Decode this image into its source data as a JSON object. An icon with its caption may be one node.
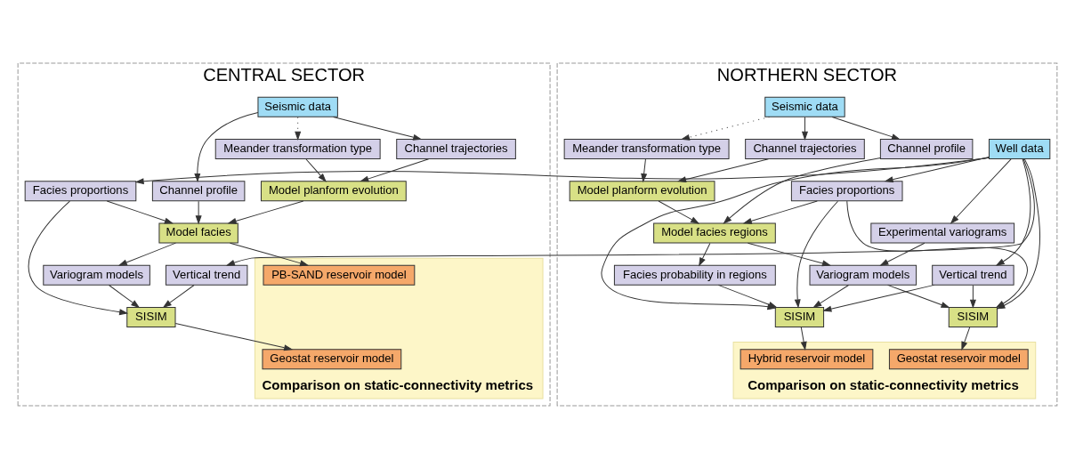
{
  "diagram": {
    "nodes": [
      {
        "text": [
          "CENTRAL SECTOR"
        ]
      },
      {
        "text": [
          "Seismic data"
        ],
        "in": 0
      },
      {
        "text": [
          "Channel trajectories"
        ],
        "in": 0
      },
      {
        "text": [
          "Meander transformation type"
        ],
        "in": 0
      },
      {
        "text": [
          "Facies proportions"
        ],
        "in": 0
      },
      {
        "text": [
          "Channel profile"
        ],
        "in": 0
      },
      {
        "text": [
          "Variogram models"
        ],
        "in": 0
      },
      {
        "text": [
          "Model planform evolution"
        ],
        "in": 0
      },
      {
        "text": [
          "Model facies"
        ],
        "in": 0
      },
      {
        "text": [
          "Vertical trend"
        ],
        "in": 0
      },
      {
        "text": [
          "SISIM"
        ],
        "in": 0
      },
      {
        "text": [
          "Comparison on static-connectivity metrics"
        ],
        "in": 0
      },
      {
        "text": [
          "PB-SAND reservoir model"
        ],
        "in": 11
      },
      {
        "text": [
          "Geostat reservoir model"
        ],
        "in": 11
      },
      {
        "text": [
          "NORTHERN SECTOR"
        ]
      },
      {
        "text": [
          "Seismic data"
        ],
        "in": 14
      },
      {
        "text": [
          "Well data"
        ],
        "in": 14
      },
      {
        "text": [
          "Channel trajectories"
        ],
        "in": 14
      },
      {
        "text": [
          "Experimental variograms"
        ],
        "in": 14
      },
      {
        "text": [
          "Meander transformation type"
        ],
        "in": 14
      },
      {
        "text": [
          "Facies proportions"
        ],
        "in": 14
      },
      {
        "text": [
          "Channel profile"
        ],
        "in": 14
      },
      {
        "text": [
          "Variogram models"
        ],
        "in": 14
      },
      {
        "text": [
          "Model planform evolution"
        ],
        "in": 14
      },
      {
        "text": [
          "Model facies regions"
        ],
        "in": 14
      },
      {
        "text": [
          "Vertical trend"
        ],
        "in": 14
      },
      {
        "text": [
          "Facies probability in regions"
        ],
        "in": 14
      },
      {
        "text": [
          "SISIM"
        ],
        "in": 14
      },
      {
        "text": [
          "SISIM"
        ],
        "in": 14
      },
      {
        "text": [
          "Comparison on static-connectivity metrics"
        ],
        "in": 14
      },
      {
        "text": [
          "Hybrid reservoir model"
        ],
        "in": 29
      },
      {
        "text": [
          "Geostat reservoir model"
        ],
        "in": 29
      }
    ],
    "edges": [
      {
        "from": 1,
        "to": 2,
        "arrow": "to"
      },
      {
        "from": 1,
        "to": 3,
        "arrow": "to",
        "style": "dashed"
      },
      {
        "from": 1,
        "to": 5,
        "arrow": "to"
      },
      {
        "from": 2,
        "to": 7,
        "arrow": "to"
      },
      {
        "from": 3,
        "to": 7,
        "arrow": "to"
      },
      {
        "from": 7,
        "to": 8,
        "arrow": "to"
      },
      {
        "from": 5,
        "to": 8,
        "arrow": "to"
      },
      {
        "from": 4,
        "to": 8,
        "arrow": "to"
      },
      {
        "from": 8,
        "to": 6,
        "arrow": "to"
      },
      {
        "from": 8,
        "to": 12,
        "arrow": "to"
      },
      {
        "from": 6,
        "to": 10,
        "arrow": "to"
      },
      {
        "from": 9,
        "to": 10,
        "arrow": "to"
      },
      {
        "from": 4,
        "to": 10,
        "arrow": "to"
      },
      {
        "from": 10,
        "to": 13,
        "arrow": "to"
      },
      {
        "from": 16,
        "to": 4,
        "arrow": "to"
      },
      {
        "from": 16,
        "to": 9,
        "arrow": "to"
      },
      {
        "from": 15,
        "to": 17,
        "arrow": "to"
      },
      {
        "from": 15,
        "to": 19,
        "arrow": "to",
        "style": "dashed"
      },
      {
        "from": 15,
        "to": 21,
        "arrow": "to"
      },
      {
        "from": 16,
        "to": 20,
        "arrow": "to"
      },
      {
        "from": 16,
        "to": 18,
        "arrow": "to"
      },
      {
        "from": 16,
        "to": 25,
        "arrow": "to"
      },
      {
        "from": 17,
        "to": 23,
        "arrow": "to"
      },
      {
        "from": 19,
        "to": 23,
        "arrow": "to"
      },
      {
        "from": 23,
        "to": 24,
        "arrow": "to"
      },
      {
        "from": 21,
        "to": 24,
        "arrow": "to"
      },
      {
        "from": 20,
        "to": 24,
        "arrow": "to"
      },
      {
        "from": 24,
        "to": 22,
        "arrow": "to"
      },
      {
        "from": 18,
        "to": 22,
        "arrow": "to"
      },
      {
        "from": 24,
        "to": 26,
        "arrow": "to"
      },
      {
        "from": 22,
        "to": 28,
        "arrow": "to"
      },
      {
        "from": 22,
        "to": 27,
        "arrow": "to"
      },
      {
        "from": 25,
        "to": 27,
        "arrow": "to"
      },
      {
        "from": 25,
        "to": 28,
        "arrow": "to"
      },
      {
        "from": 26,
        "to": 28,
        "arrow": "to"
      },
      {
        "from": 20,
        "to": 28,
        "arrow": "to"
      },
      {
        "from": 16,
        "to": 27,
        "arrow": "to"
      },
      {
        "from": 20,
        "to": 27,
        "arrow": "to"
      },
      {
        "from": 16,
        "to": 28,
        "arrow": "to"
      },
      {
        "from": 27,
        "to": 31,
        "arrow": "to"
      },
      {
        "from": 28,
        "to": 30,
        "arrow": "to"
      }
    ]
  }
}
